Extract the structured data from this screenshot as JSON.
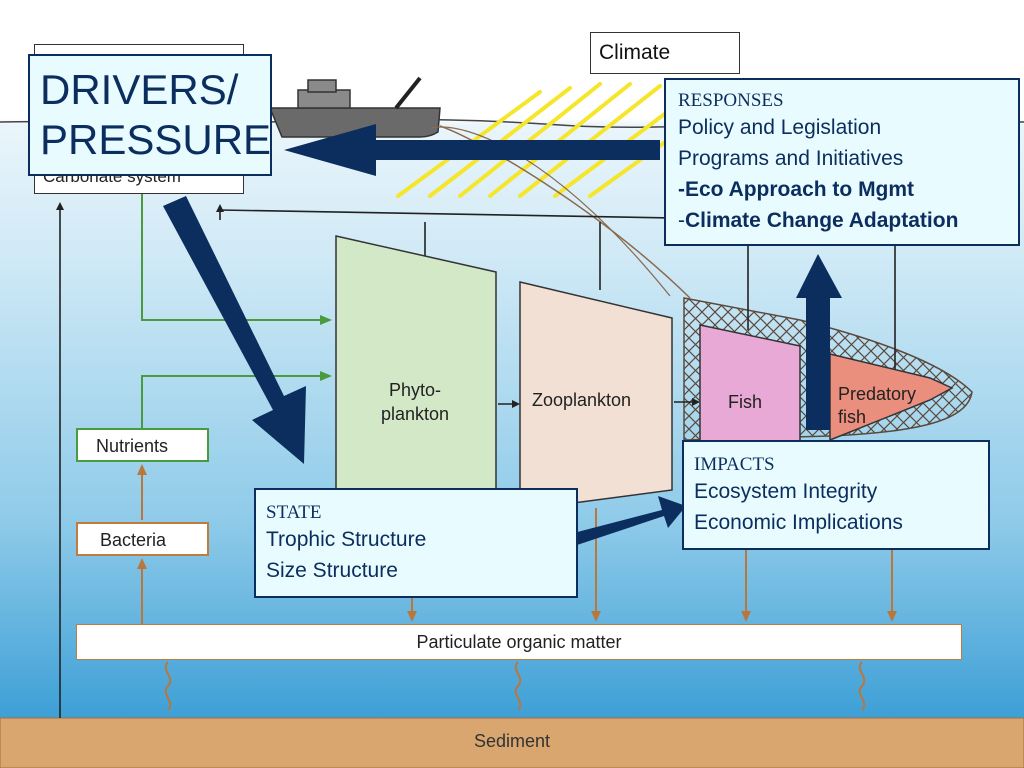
{
  "climate_label": "Climate",
  "drivers": {
    "line1": "DRIVERS/",
    "line2": "PRESSURE"
  },
  "carbonate_label": "Carbonate system",
  "responses": {
    "heading": "RESPONSES",
    "items": [
      "Policy and Legislation",
      "Programs and Initiatives"
    ],
    "eco_prefix": "-",
    "eco_text": "Eco Approach to Mgmt",
    "climate_prefix": "-",
    "climate_text": "Climate Change Adaptation"
  },
  "compartments": {
    "phyto_1": "Phyto-",
    "phyto_2": "plankton",
    "zooplankton": "Zooplankton",
    "fish": "Fish",
    "predatory_1": "Predatory",
    "predatory_2": "fish"
  },
  "nutrients_label": "Nutrients",
  "bacteria_label": "Bacteria",
  "state": {
    "heading": "STATE",
    "items": [
      "Trophic Structure",
      "Size Structure"
    ]
  },
  "impacts": {
    "heading": "IMPACTS",
    "items": [
      "Ecosystem Integrity",
      "Economic Implications"
    ]
  },
  "pom_label": "Particulate organic matter",
  "sediment_label": "Sediment",
  "colors": {
    "callout_border": "#0b2e5e",
    "callout_fill": "#e8fbff",
    "big_arrow": "#0b2e5e",
    "phyto": "#d3e8c7",
    "zooplankton": "#f2e0d4",
    "fish": "#e8a9d6",
    "predatory_fish": "#ea8f7e",
    "nutrients_border": "#4a9a3e",
    "bacteria_border": "#c07b3e",
    "sediment": "#d9a670",
    "climate_rays": "#f5e62a"
  }
}
